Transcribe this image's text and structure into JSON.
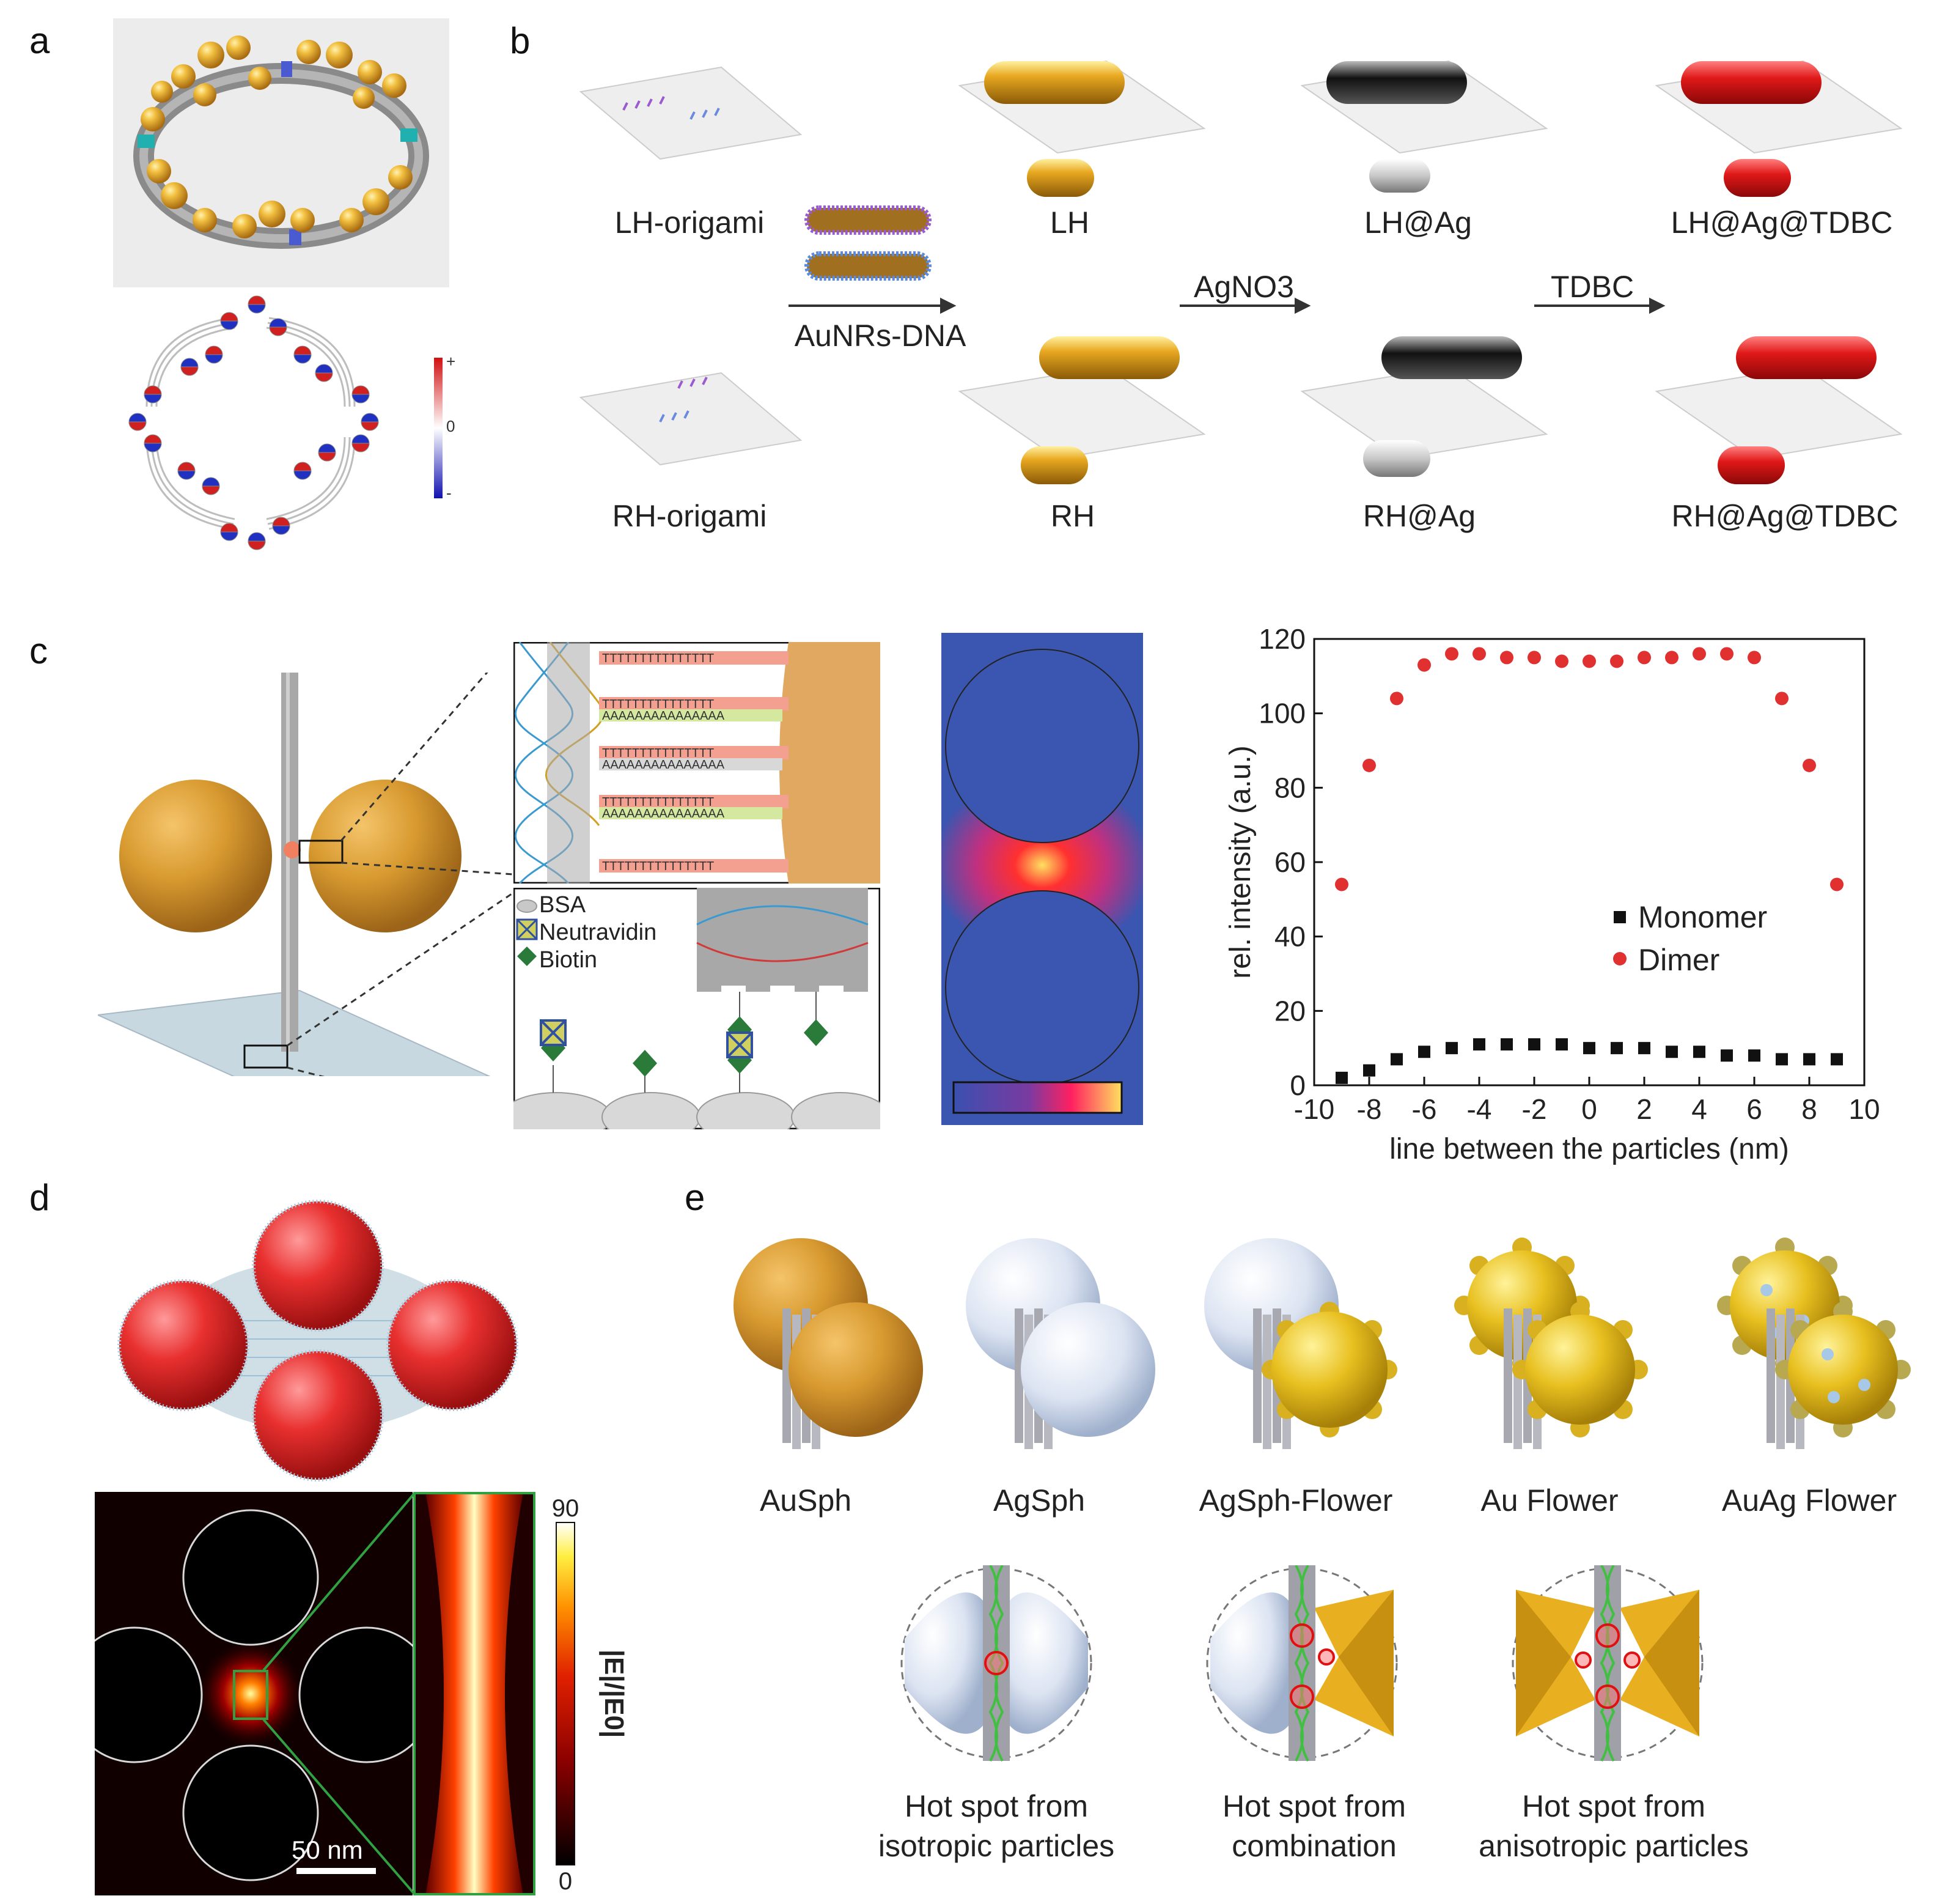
{
  "panels": {
    "a": "a",
    "b": "b",
    "c": "c",
    "d": "d",
    "e": "e"
  },
  "panel_a": {
    "colorbar": {
      "plus": "+",
      "zero": "0",
      "minus": "-"
    }
  },
  "panel_b": {
    "origami_top": "LH-origami",
    "origami_bottom": "RH-origami",
    "step1": "AuNRs-DNA",
    "step2": "AgNO3",
    "step3": "TDBC",
    "top_row": [
      "LH",
      "LH@Ag",
      "LH@Ag@TDBC"
    ],
    "bottom_row": [
      "RH",
      "RH@Ag",
      "RH@Ag@TDBC"
    ]
  },
  "panel_c": {
    "strand_t": "TTTTTTTTTTTTTTT",
    "strand_a": "AAAAAAAAAAAAAAA",
    "legend": [
      "BSA",
      "Neutravidin",
      "Biotin"
    ],
    "colors": {
      "gold": "#d9982f",
      "field_bg": "#3a56b0",
      "dimer": "#e03030",
      "monomer": "#111111"
    }
  },
  "chart_data": {
    "type": "scatter",
    "xlabel": "line between the particles (nm)",
    "ylabel": "rel. intensity (a.u.)",
    "xlim": [
      -10,
      10
    ],
    "ylim": [
      0,
      120
    ],
    "xticks": [
      "-10",
      "-8",
      "-6",
      "-4",
      "-2",
      "0",
      "2",
      "4",
      "6",
      "8",
      "10"
    ],
    "yticks": [
      "0",
      "20",
      "40",
      "60",
      "80",
      "100",
      "120"
    ],
    "legend_position": "center-right",
    "series": [
      {
        "name": "Monomer",
        "marker": "square",
        "color": "#111111",
        "x": [
          -9,
          -8,
          -7,
          -6,
          -5,
          -4,
          -3,
          -2,
          -1,
          0,
          1,
          2,
          3,
          4,
          5,
          6,
          7,
          8,
          9
        ],
        "y": [
          2,
          4,
          7,
          9,
          10,
          11,
          11,
          11,
          11,
          10,
          10,
          10,
          9,
          9,
          8,
          8,
          7,
          7,
          7
        ]
      },
      {
        "name": "Dimer",
        "marker": "circle",
        "color": "#e03030",
        "x": [
          -9,
          -8,
          -7,
          -6,
          -5,
          -4,
          -3,
          -2,
          -1,
          0,
          1,
          2,
          3,
          4,
          5,
          6,
          7,
          8,
          9
        ],
        "y": [
          54,
          86,
          104,
          113,
          116,
          116,
          115,
          115,
          114,
          114,
          114,
          115,
          115,
          116,
          116,
          115,
          104,
          86,
          54
        ]
      }
    ]
  },
  "panel_d": {
    "scalebar": "50 nm",
    "colorbar_max": "90",
    "colorbar_min": "0",
    "colorbar_label": "|E|/|E0|"
  },
  "panel_e": {
    "particles": [
      "AuSph",
      "AgSph",
      "AgSph-Flower",
      "Au Flower",
      "AuAg Flower"
    ],
    "hotspots": [
      [
        "Hot spot from",
        "isotropic particles"
      ],
      [
        "Hot spot from",
        "combination"
      ],
      [
        "Hot spot from",
        "anisotropic particles"
      ]
    ]
  }
}
